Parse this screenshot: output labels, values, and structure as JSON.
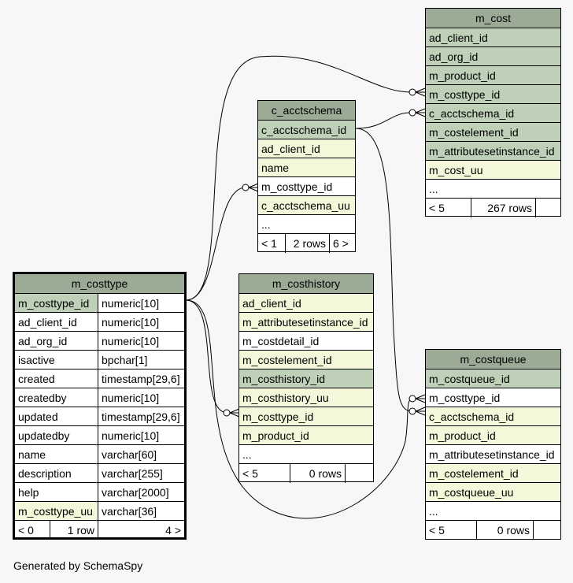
{
  "tables": {
    "m_cost": {
      "name": "m_cost",
      "rows": [
        {
          "name": "ad_client_id",
          "kind": "pk"
        },
        {
          "name": "ad_org_id",
          "kind": "pk"
        },
        {
          "name": "m_product_id",
          "kind": "pk"
        },
        {
          "name": "m_costtype_id",
          "kind": "pk"
        },
        {
          "name": "c_acctschema_id",
          "kind": "pk"
        },
        {
          "name": "m_costelement_id",
          "kind": "pk"
        },
        {
          "name": "m_attributesetinstance_id",
          "kind": "pk"
        },
        {
          "name": "m_cost_uu",
          "kind": "fk"
        },
        {
          "name": "...",
          "kind": "plain"
        }
      ],
      "footer": [
        "< 5",
        "267 rows",
        ""
      ]
    },
    "c_acctschema": {
      "name": "c_acctschema",
      "rows": [
        {
          "name": "c_acctschema_id",
          "kind": "pk"
        },
        {
          "name": "ad_client_id",
          "kind": "fk"
        },
        {
          "name": "name",
          "kind": "fk"
        },
        {
          "name": "m_costtype_id",
          "kind": "plain"
        },
        {
          "name": "c_acctschema_uu",
          "kind": "fk"
        },
        {
          "name": "...",
          "kind": "plain"
        }
      ],
      "footer": [
        "< 1",
        "2 rows",
        "6 >"
      ]
    },
    "m_costtype": {
      "name": "m_costtype",
      "rows": [
        {
          "name": "m_costtype_id",
          "type": "numeric[10]",
          "kind": "pk"
        },
        {
          "name": "ad_client_id",
          "type": "numeric[10]",
          "kind": "plain"
        },
        {
          "name": "ad_org_id",
          "type": "numeric[10]",
          "kind": "plain"
        },
        {
          "name": "isactive",
          "type": "bpchar[1]",
          "kind": "plain"
        },
        {
          "name": "created",
          "type": "timestamp[29,6]",
          "kind": "plain"
        },
        {
          "name": "createdby",
          "type": "numeric[10]",
          "kind": "plain"
        },
        {
          "name": "updated",
          "type": "timestamp[29,6]",
          "kind": "plain"
        },
        {
          "name": "updatedby",
          "type": "numeric[10]",
          "kind": "plain"
        },
        {
          "name": "name",
          "type": "varchar[60]",
          "kind": "plain"
        },
        {
          "name": "description",
          "type": "varchar[255]",
          "kind": "plain"
        },
        {
          "name": "help",
          "type": "varchar[2000]",
          "kind": "plain"
        },
        {
          "name": "m_costtype_uu",
          "type": "varchar[36]",
          "kind": "fk"
        }
      ],
      "footer": [
        "< 0",
        "1 row",
        "4 >"
      ]
    },
    "m_costhistory": {
      "name": "m_costhistory",
      "rows": [
        {
          "name": "ad_client_id",
          "kind": "fk"
        },
        {
          "name": "m_attributesetinstance_id",
          "kind": "fk"
        },
        {
          "name": "m_costdetail_id",
          "kind": "plain"
        },
        {
          "name": "m_costelement_id",
          "kind": "fk"
        },
        {
          "name": "m_costhistory_id",
          "kind": "pk"
        },
        {
          "name": "m_costhistory_uu",
          "kind": "fk"
        },
        {
          "name": "m_costtype_id",
          "kind": "fk"
        },
        {
          "name": "m_product_id",
          "kind": "fk"
        },
        {
          "name": "...",
          "kind": "plain"
        }
      ],
      "footer": [
        "< 5",
        "0 rows",
        ""
      ]
    },
    "m_costqueue": {
      "name": "m_costqueue",
      "rows": [
        {
          "name": "m_costqueue_id",
          "kind": "pk"
        },
        {
          "name": "m_costtype_id",
          "kind": "plain"
        },
        {
          "name": "c_acctschema_id",
          "kind": "fk"
        },
        {
          "name": "m_product_id",
          "kind": "fk"
        },
        {
          "name": "m_attributesetinstance_id",
          "kind": "plain"
        },
        {
          "name": "m_costelement_id",
          "kind": "fk"
        },
        {
          "name": "m_costqueue_uu",
          "kind": "fk"
        },
        {
          "name": "...",
          "kind": "plain"
        }
      ],
      "footer": [
        "< 5",
        "0 rows",
        ""
      ]
    }
  },
  "caption": "Generated by SchemaSpy",
  "colors": {
    "header": "#9bab96",
    "primary_key": "#bed1b8",
    "column": "#f4f7da",
    "background": "#f7f7f7"
  }
}
